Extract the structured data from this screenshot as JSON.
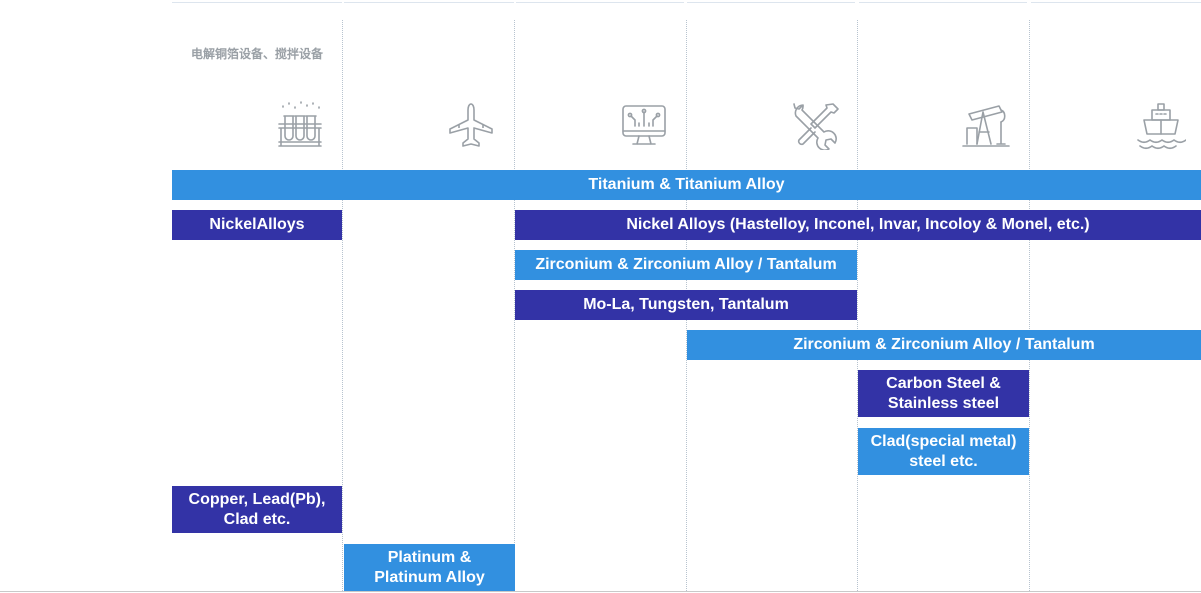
{
  "column_caption": "电解铜箔设备、搅拌设备",
  "icons": [
    {
      "name": "lab-beakers-icon"
    },
    {
      "name": "airplane-icon"
    },
    {
      "name": "circuit-monitor-icon"
    },
    {
      "name": "tools-wrench-screwdriver-icon"
    },
    {
      "name": "oil-pump-jack-icon"
    },
    {
      "name": "ship-icon"
    }
  ],
  "bars": [
    {
      "name": "bar-titanium-alloy",
      "label": "Titanium & Titanium Alloy",
      "color": "#3290e0"
    },
    {
      "name": "bar-nickel-alloys-short",
      "label": "NickelAlloys",
      "color": "#3333a6"
    },
    {
      "name": "bar-nickel-alloys-long",
      "label": "Nickel Alloys (Hastelloy, Inconel, Invar, Incoloy & Monel, etc.)",
      "color": "#3333a6"
    },
    {
      "name": "bar-zirconium-tantalum-1",
      "label": "Zirconium & Zirconium Alloy / Tantalum",
      "color": "#3290e0"
    },
    {
      "name": "bar-mo-la-tungsten",
      "label": "Mo-La, Tungsten, Tantalum",
      "color": "#3333a6"
    },
    {
      "name": "bar-zirconium-tantalum-2",
      "label": "Zirconium & Zirconium Alloy / Tantalum",
      "color": "#3290e0"
    },
    {
      "name": "bar-carbon-stainless",
      "label": "Carbon Steel &\nStainless steel",
      "color": "#3333a6"
    },
    {
      "name": "bar-clad-special",
      "label": "Clad(special metal)\nsteel etc.",
      "color": "#3290e0"
    },
    {
      "name": "bar-copper-lead",
      "label": "Copper, Lead(Pb),\nClad etc.",
      "color": "#3333a6"
    },
    {
      "name": "bar-platinum",
      "label": "Platinum &\nPlatinum Alloy",
      "color": "#3290e0"
    }
  ]
}
